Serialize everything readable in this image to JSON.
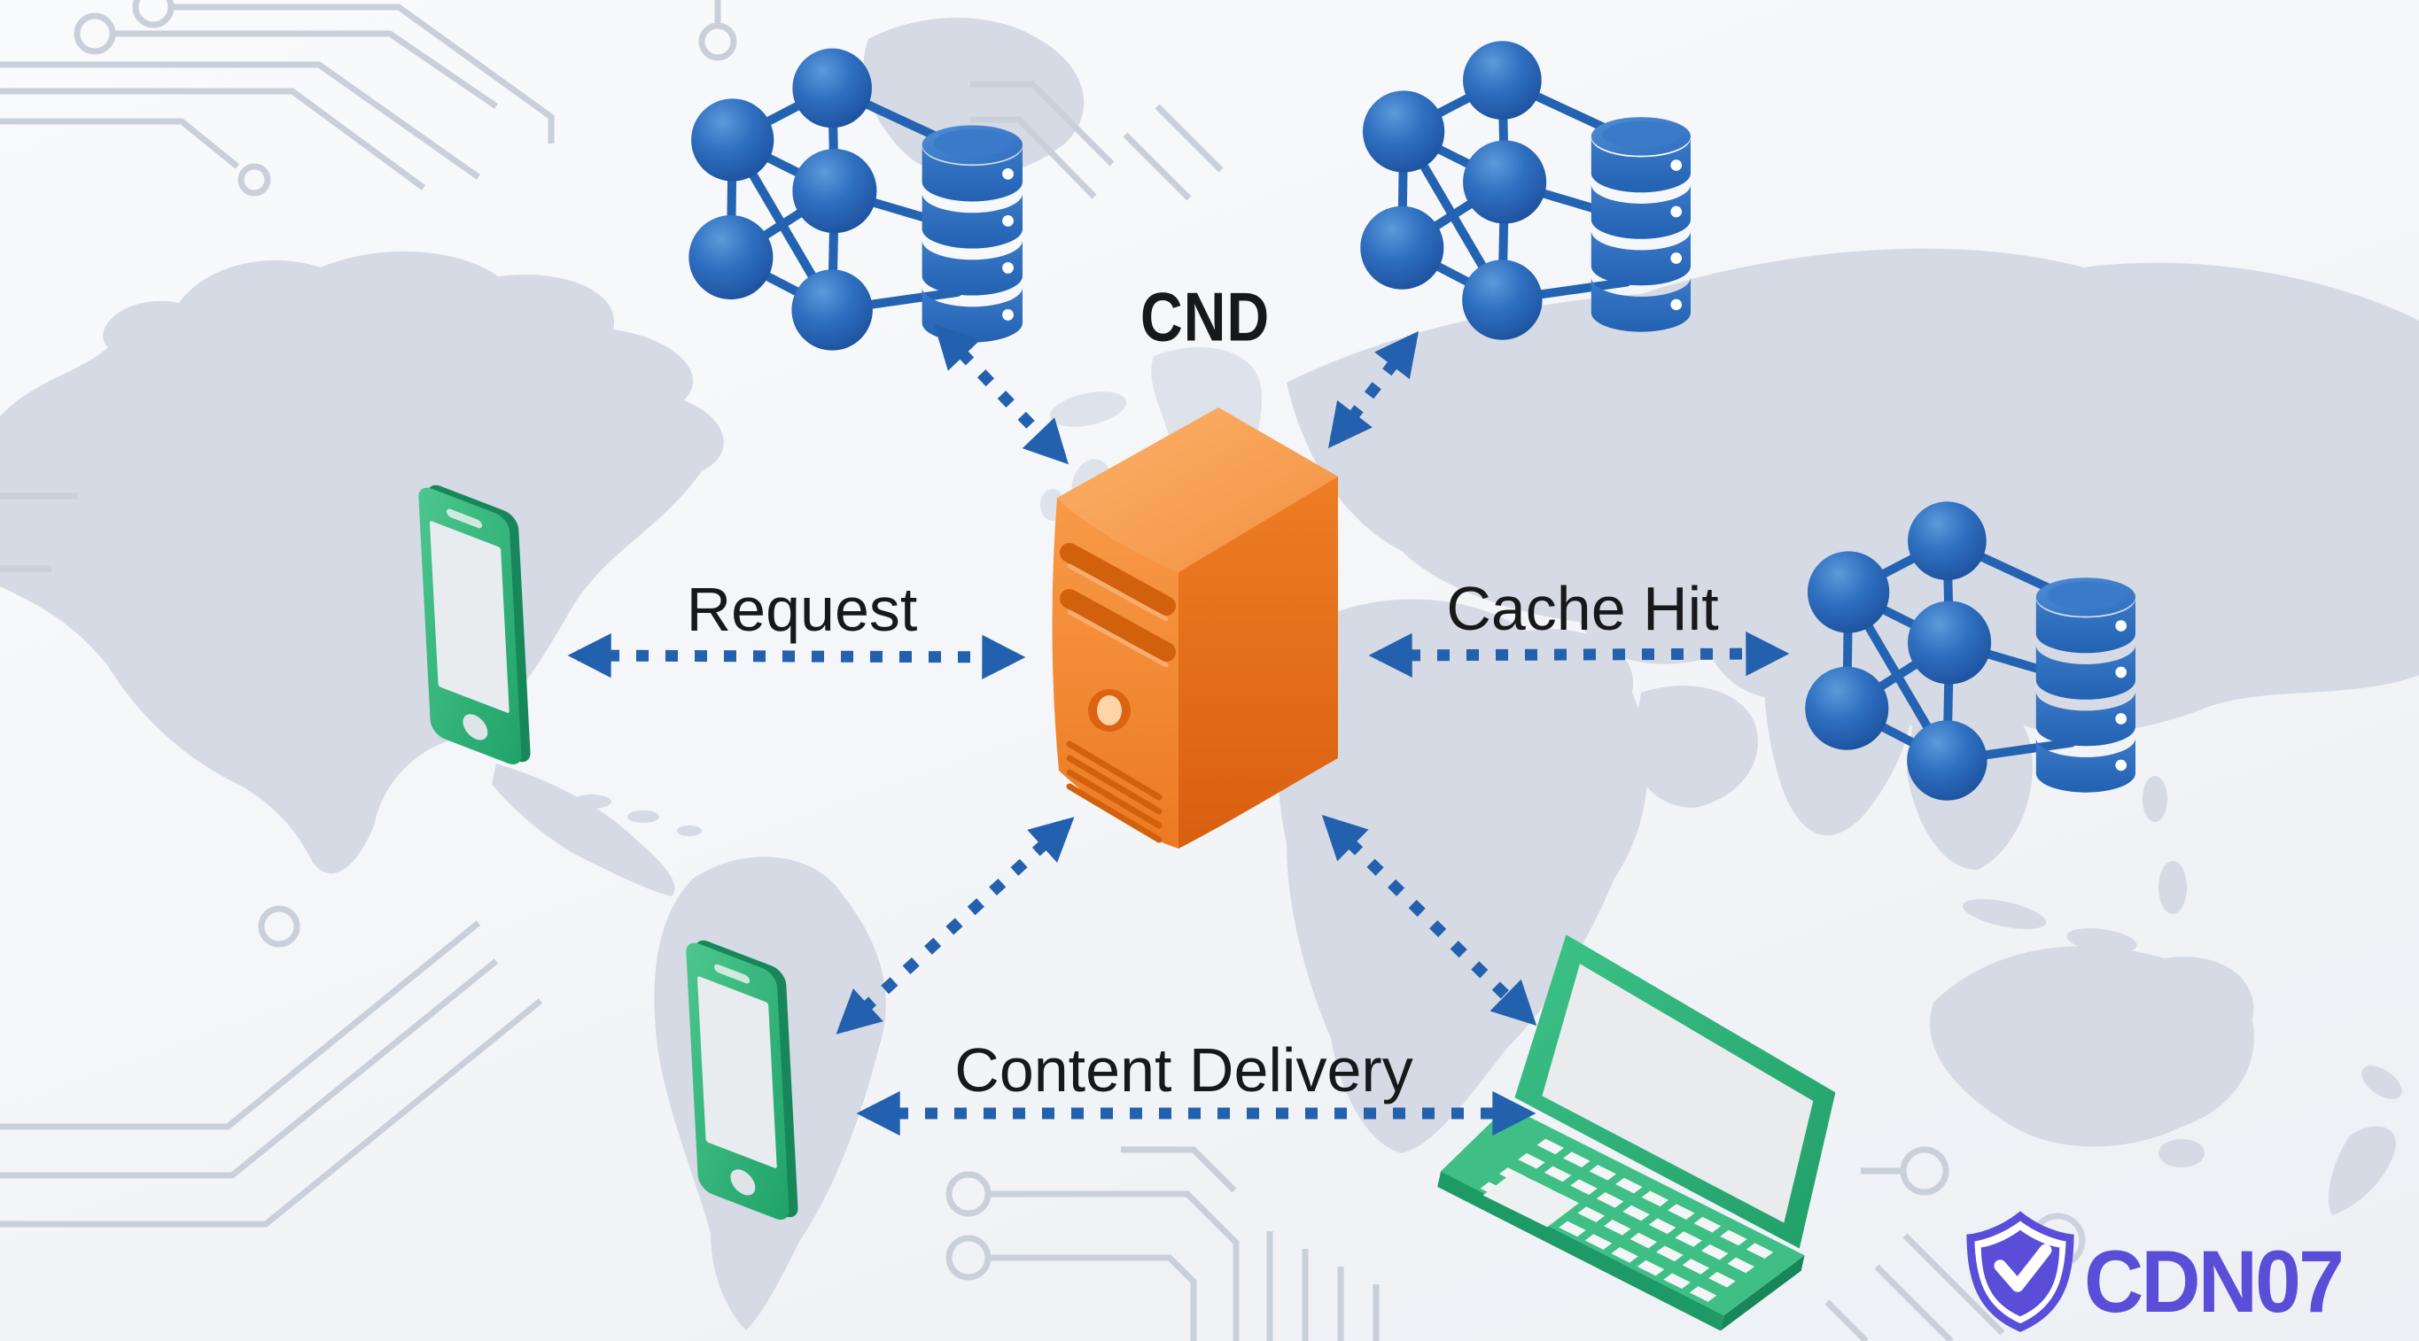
{
  "diagram": {
    "title": "CND",
    "labels": {
      "request": "Request",
      "cache_hit": "Cache Hit",
      "content_delivery": "Content Delivery"
    },
    "nodes": [
      {
        "id": "cdn-server",
        "type": "cdn-origin-server",
        "icon": "server-tower-icon"
      },
      {
        "id": "edge-cluster-top-left",
        "type": "edge-node-cluster",
        "icon": "network-database-icon"
      },
      {
        "id": "edge-cluster-top-right",
        "type": "edge-node-cluster",
        "icon": "network-database-icon"
      },
      {
        "id": "edge-cluster-right",
        "type": "edge-node-cluster",
        "icon": "network-database-icon"
      },
      {
        "id": "phone-left",
        "type": "client-device",
        "icon": "smartphone-icon"
      },
      {
        "id": "phone-bottom",
        "type": "client-device",
        "icon": "smartphone-icon"
      },
      {
        "id": "laptop",
        "type": "client-device",
        "icon": "laptop-icon"
      }
    ],
    "connections": [
      {
        "from": "phone-left",
        "to": "cdn-server",
        "label": "Request",
        "style": "dotted-double-arrow"
      },
      {
        "from": "cdn-server",
        "to": "edge-cluster-right",
        "label": "Cache Hit",
        "style": "dotted-double-arrow"
      },
      {
        "from": "phone-bottom",
        "to": "laptop",
        "label": "Content Delivery",
        "style": "dotted-double-arrow"
      },
      {
        "from": "cdn-server",
        "to": "edge-cluster-top-left",
        "label": "",
        "style": "dotted-double-arrow"
      },
      {
        "from": "cdn-server",
        "to": "edge-cluster-top-right",
        "label": "",
        "style": "dotted-double-arrow"
      },
      {
        "from": "cdn-server",
        "to": "phone-bottom",
        "label": "",
        "style": "dotted-double-arrow"
      },
      {
        "from": "cdn-server",
        "to": "laptop",
        "label": "",
        "style": "dotted-double-arrow"
      }
    ]
  },
  "logo": {
    "text": "CDN07",
    "icon": "shield-check-icon"
  },
  "colors": {
    "accent_blue": "#2360ae",
    "node_blue": "#2e6fc0",
    "node_blue_dark": "#1b4f9b",
    "db_blue": "#2b6abc",
    "server_orange": "#f08433",
    "server_orange_dark": "#d95f10",
    "server_orange_light": "#fbaa5e",
    "device_green": "#2fb377",
    "device_green_dark": "#17875a",
    "screen_gray": "#e9ebee",
    "map_gray": "#d3d9e3",
    "circuit_gray": "#c9d0da",
    "logo_purple": "#5a4ed8",
    "text_black": "#17181a",
    "background": "#f4f6f9"
  }
}
